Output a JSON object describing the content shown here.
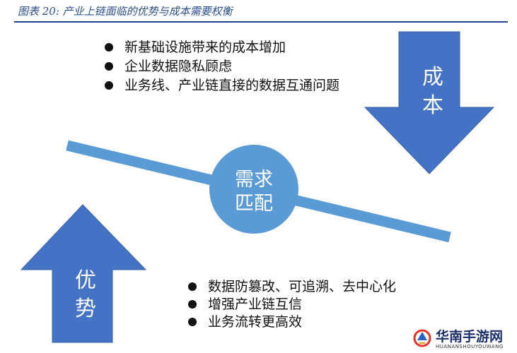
{
  "figure": {
    "caption": "图表 20:  产业上链面临的优势与成本需要权衡"
  },
  "cost": {
    "label": "成本",
    "items": [
      "新基础设施带来的成本增加",
      "企业数据隐私顾虑",
      "业务线、产业链直接的数据互通问题"
    ]
  },
  "center": {
    "line1": "需求",
    "line2": "匹配"
  },
  "advantage": {
    "label": "优势",
    "items": [
      "数据防篡改、可追溯、去中心化",
      "增强产业链互信",
      "业务流转更高效"
    ]
  },
  "watermark": {
    "name": "华南手游网",
    "sub": "HUANANSHOUYOUWANG"
  },
  "colors": {
    "arrow": "#4472c4",
    "beam": "#5b9bd5",
    "circle": "#5b9bd5",
    "caption": "#2a4f8f"
  },
  "icons": {
    "bullet": "filled-circle",
    "watermark": "logo-icon"
  }
}
